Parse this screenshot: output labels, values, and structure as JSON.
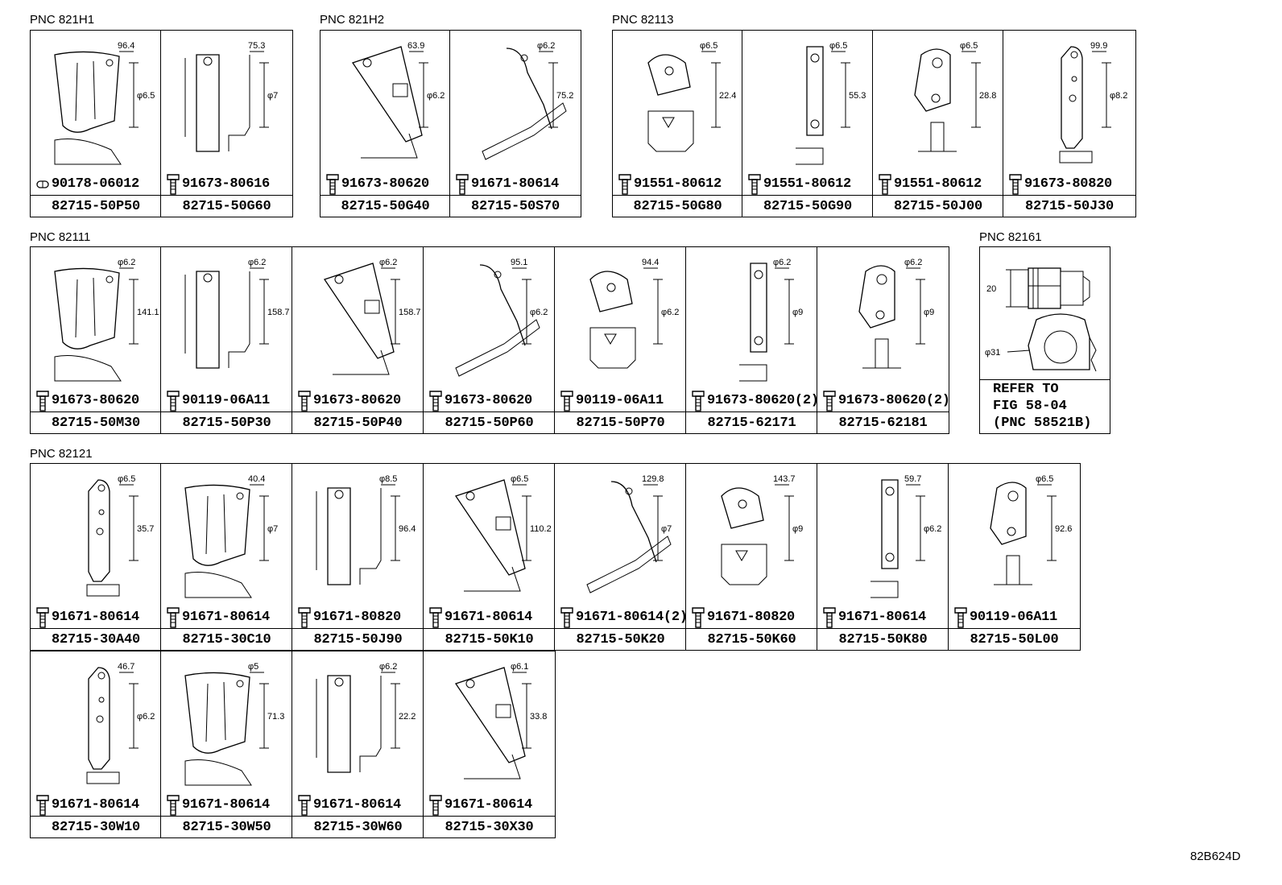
{
  "drawing_id": "82B624D",
  "groups": [
    {
      "label": "PNC 821H1",
      "cells": [
        {
          "part_no": "82715-50P50",
          "fastener": "90178-06012",
          "bolt_icon": "clip-icon",
          "dims": [
            "96.4",
            "φ6.5"
          ]
        },
        {
          "part_no": "82715-50G60",
          "fastener": "91673-80616",
          "bolt_icon": "bolt-icon",
          "dims": [
            "75.3",
            "φ7"
          ]
        }
      ]
    },
    {
      "label": "PNC 821H2",
      "cells": [
        {
          "part_no": "82715-50G40",
          "fastener": "91673-80620",
          "bolt_icon": "bolt-icon",
          "dims": [
            "63.9",
            "φ6.2"
          ]
        },
        {
          "part_no": "82715-50S70",
          "fastener": "91671-80614",
          "bolt_icon": "bolt-icon",
          "dims": [
            "φ6.2",
            "75.2"
          ]
        }
      ]
    },
    {
      "label": "PNC 82113",
      "cells": [
        {
          "part_no": "82715-50G80",
          "fastener": "91551-80612",
          "bolt_icon": "bolt-icon",
          "dims": [
            "φ6.5",
            "22.4"
          ]
        },
        {
          "part_no": "82715-50G90",
          "fastener": "91551-80612",
          "bolt_icon": "bolt-icon",
          "dims": [
            "φ6.5",
            "55.3"
          ]
        },
        {
          "part_no": "82715-50J00",
          "fastener": "91551-80612",
          "bolt_icon": "bolt-icon",
          "dims": [
            "φ6.5",
            "28.8"
          ]
        },
        {
          "part_no": "82715-50J30",
          "fastener": "91673-80820",
          "bolt_icon": "bolt-icon",
          "dims": [
            "99.9",
            "φ8.2"
          ]
        }
      ]
    },
    {
      "label": "PNC 82111",
      "cells": [
        {
          "part_no": "82715-50M30",
          "fastener": "91673-80620",
          "bolt_icon": "bolt-icon",
          "dims": [
            "φ6.2",
            "141.1"
          ]
        },
        {
          "part_no": "82715-50P30",
          "fastener": "90119-06A11",
          "bolt_icon": "bolt-icon",
          "dims": [
            "φ6.2",
            "158.7"
          ]
        },
        {
          "part_no": "82715-50P40",
          "fastener": "91673-80620",
          "bolt_icon": "bolt-icon",
          "dims": [
            "φ6.2",
            "158.7"
          ]
        },
        {
          "part_no": "82715-50P60",
          "fastener": "91673-80620",
          "bolt_icon": "bolt-icon",
          "dims": [
            "95.1",
            "φ6.2"
          ]
        },
        {
          "part_no": "82715-50P70",
          "fastener": "90119-06A11",
          "bolt_icon": "bolt-icon",
          "dims": [
            "94.4",
            "φ6.2"
          ]
        },
        {
          "part_no": "82715-62171",
          "fastener": "91673-80620(2)",
          "bolt_icon": "bolt-icon",
          "dims": [
            "φ6.2",
            "φ9"
          ]
        },
        {
          "part_no": "82715-62181",
          "fastener": "91673-80620(2)",
          "bolt_icon": "bolt-icon",
          "dims": [
            "φ6.2",
            "φ9"
          ]
        }
      ]
    },
    {
      "label": "PNC 82161",
      "ref": {
        "text": "REFER TO\nFIG 58-04\n(PNC 58521B)",
        "dims": [
          "20",
          "φ31"
        ]
      }
    },
    {
      "label": "PNC 82121",
      "cells": [
        {
          "part_no": "82715-30A40",
          "fastener": "91671-80614",
          "bolt_icon": "bolt-icon",
          "dims": [
            "φ6.5",
            "35.7"
          ]
        },
        {
          "part_no": "82715-30C10",
          "fastener": "91671-80614",
          "bolt_icon": "bolt-icon",
          "dims": [
            "40.4",
            "φ7"
          ]
        },
        {
          "part_no": "82715-50J90",
          "fastener": "91671-80820",
          "bolt_icon": "bolt-icon",
          "dims": [
            "φ8.5",
            "96.4"
          ]
        },
        {
          "part_no": "82715-50K10",
          "fastener": "91671-80614",
          "bolt_icon": "bolt-icon",
          "dims": [
            "φ6.5",
            "110.2"
          ]
        },
        {
          "part_no": "82715-50K20",
          "fastener": "91671-80614(2)",
          "bolt_icon": "bolt-icon",
          "dims": [
            "129.8",
            "φ7"
          ]
        },
        {
          "part_no": "82715-50K60",
          "fastener": "91671-80820",
          "bolt_icon": "bolt-icon",
          "dims": [
            "143.7",
            "φ9"
          ]
        },
        {
          "part_no": "82715-50K80",
          "fastener": "91671-80614",
          "bolt_icon": "bolt-icon",
          "dims": [
            "59.7",
            "φ6.2"
          ]
        },
        {
          "part_no": "82715-50L00",
          "fastener": "90119-06A11",
          "bolt_icon": "bolt-icon",
          "dims": [
            "φ6.5",
            "92.6"
          ]
        }
      ]
    },
    {
      "label": "",
      "cells": [
        {
          "part_no": "82715-30W10",
          "fastener": "91671-80614",
          "bolt_icon": "bolt-icon",
          "dims": [
            "46.7",
            "φ6.2"
          ]
        },
        {
          "part_no": "82715-30W50",
          "fastener": "91671-80614",
          "bolt_icon": "bolt-icon",
          "dims": [
            "φ5",
            "71.3"
          ]
        },
        {
          "part_no": "82715-30W60",
          "fastener": "91671-80614",
          "bolt_icon": "bolt-icon",
          "dims": [
            "φ6.2",
            "22.2"
          ]
        },
        {
          "part_no": "82715-30X30",
          "fastener": "91671-80614",
          "bolt_icon": "bolt-icon",
          "dims": [
            "φ6.1",
            "33.8"
          ]
        }
      ]
    }
  ]
}
